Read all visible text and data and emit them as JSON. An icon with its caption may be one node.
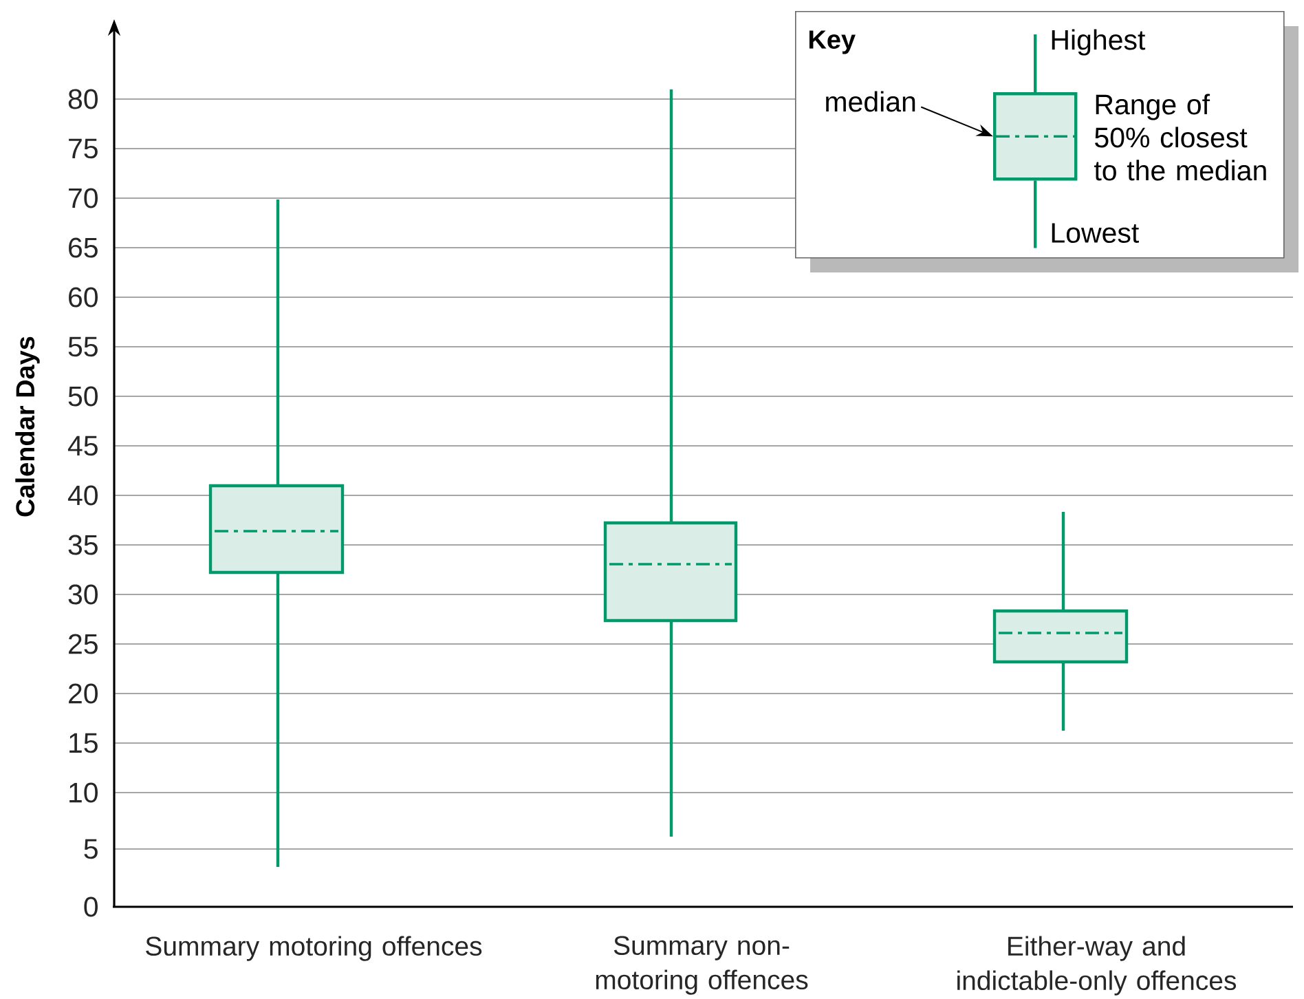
{
  "diagram": {
    "nodes": [
      {
        "text": [
          "Key"
        ]
      },
      {
        "text": [
          "median"
        ],
        "in": 0
      },
      {
        "text": [],
        "shape": "box",
        "in": 0,
        "beside": [
          "Highest",
          "Range of 50% closest to the median",
          "Lowest"
        ]
      }
    ],
    "edges": [
      {
        "from": 1,
        "to": 2,
        "arrow": "to"
      }
    ],
    "labels": [
      "Calendar Days",
      "80",
      "75",
      "70",
      "65",
      "60",
      "55",
      "50",
      "45",
      "40",
      "35",
      "30",
      "25",
      "20",
      "15",
      "10",
      "5",
      "0",
      "Summary motoring offences",
      "Summary non-motoring offences",
      "Either-way and indictable-only offences"
    ]
  }
}
